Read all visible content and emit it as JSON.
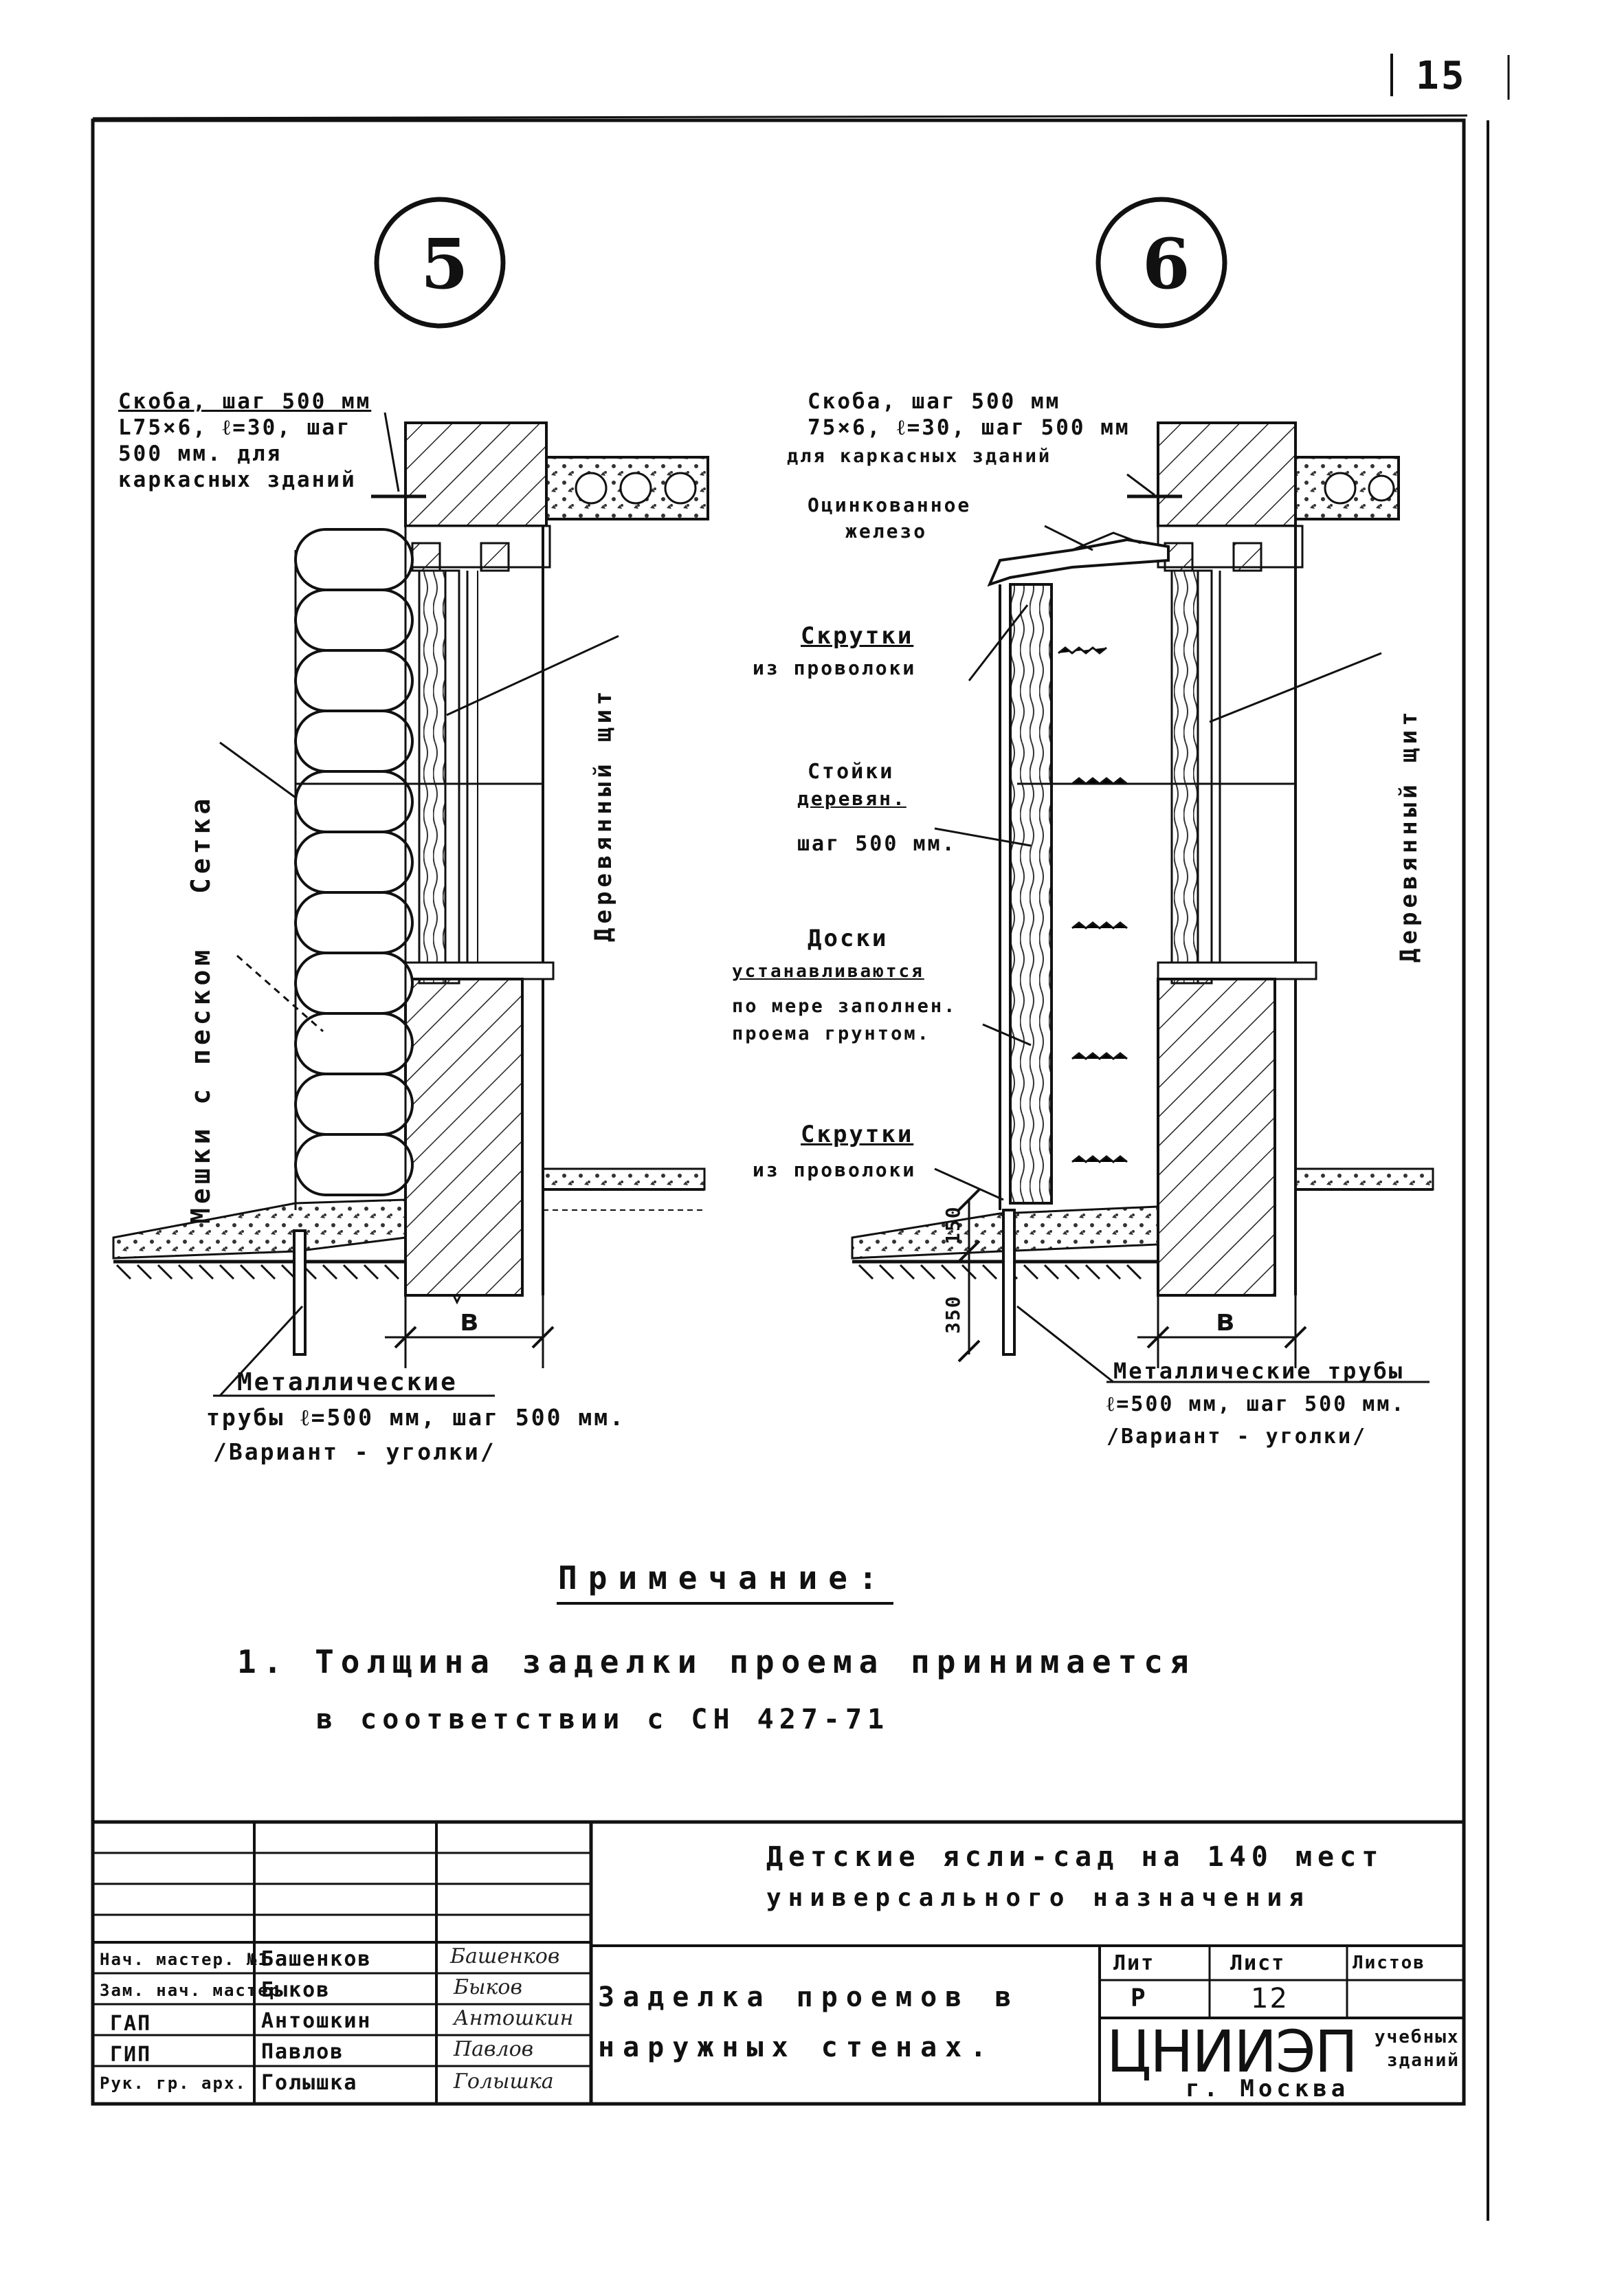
{
  "page_number": "15",
  "details": [
    {
      "marker": "5",
      "labels": {
        "bracket": [
          "Скоба, шаг 500 мм",
          "L75×6, ℓ=30, шаг",
          "500 мм. для",
          "каркасных зданий"
        ],
        "mesh": "Сетка",
        "sandbags": "Мешки с песком",
        "wood_shield": "Деревянный щит",
        "pipes": [
          "Металлические",
          "трубы ℓ=500 мм, шаг 500 мм.",
          "/Вариант - уголки/"
        ],
        "dimension": "в"
      }
    },
    {
      "marker": "6",
      "labels": {
        "bracket": [
          "Скоба, шаг 500 мм",
          "75×6, ℓ=30, шаг 500 мм",
          "для каркасных зданий"
        ],
        "roofing": [
          "Оцинкованное",
          "железо"
        ],
        "twists_top": [
          "Скрутки",
          "из проволоки"
        ],
        "posts": [
          "Стойки",
          "деревян.",
          "шаг 500 мм."
        ],
        "boards": [
          "Доски",
          "устанавливаются",
          "по мере заполнен.",
          "проема грунтом."
        ],
        "twists_bottom": [
          "Скрутки",
          "из проволоки"
        ],
        "dim_150": "150",
        "dim_350": "350",
        "wood_shield": "Деревянный щит",
        "pipes": [
          "Металлические трубы",
          "ℓ=500 мм, шаг 500 мм.",
          "/Вариант - уголки/"
        ],
        "dimension": "в"
      }
    }
  ],
  "note": {
    "title": "Примечание:",
    "lines": [
      "1. Толщина заделки проема принимается",
      "в соответствии с СН 427-71"
    ]
  },
  "title_block": {
    "project": [
      "Детские ясли-сад на 140 мест",
      "универсального назначения"
    ],
    "sheet_title": [
      "Заделка проемов в",
      "наружных стенах."
    ],
    "staff": [
      {
        "role": "Нач. мастер. №1",
        "name": "Башенков",
        "signature": "Башенков"
      },
      {
        "role": "Зам. нач. мастер.",
        "name": "Быков",
        "signature": "Быков"
      },
      {
        "role": "ГАП",
        "name": "Антошкин",
        "signature": "Антошкин"
      },
      {
        "role": "ГИП",
        "name": "Павлов",
        "signature": "Павлов"
      },
      {
        "role": "Рук. гр. арх.",
        "name": "Голышка",
        "signature": "Голышка"
      }
    ],
    "stage_header": "Лит",
    "sheet_header": "Лист",
    "sheets_header": "Листов",
    "stage": "Р",
    "sheet": "12",
    "sheets": "",
    "org_logo": "ЦНИИЭП",
    "org_dept": [
      "учебных",
      "зданий"
    ],
    "city": "г. Москва"
  }
}
